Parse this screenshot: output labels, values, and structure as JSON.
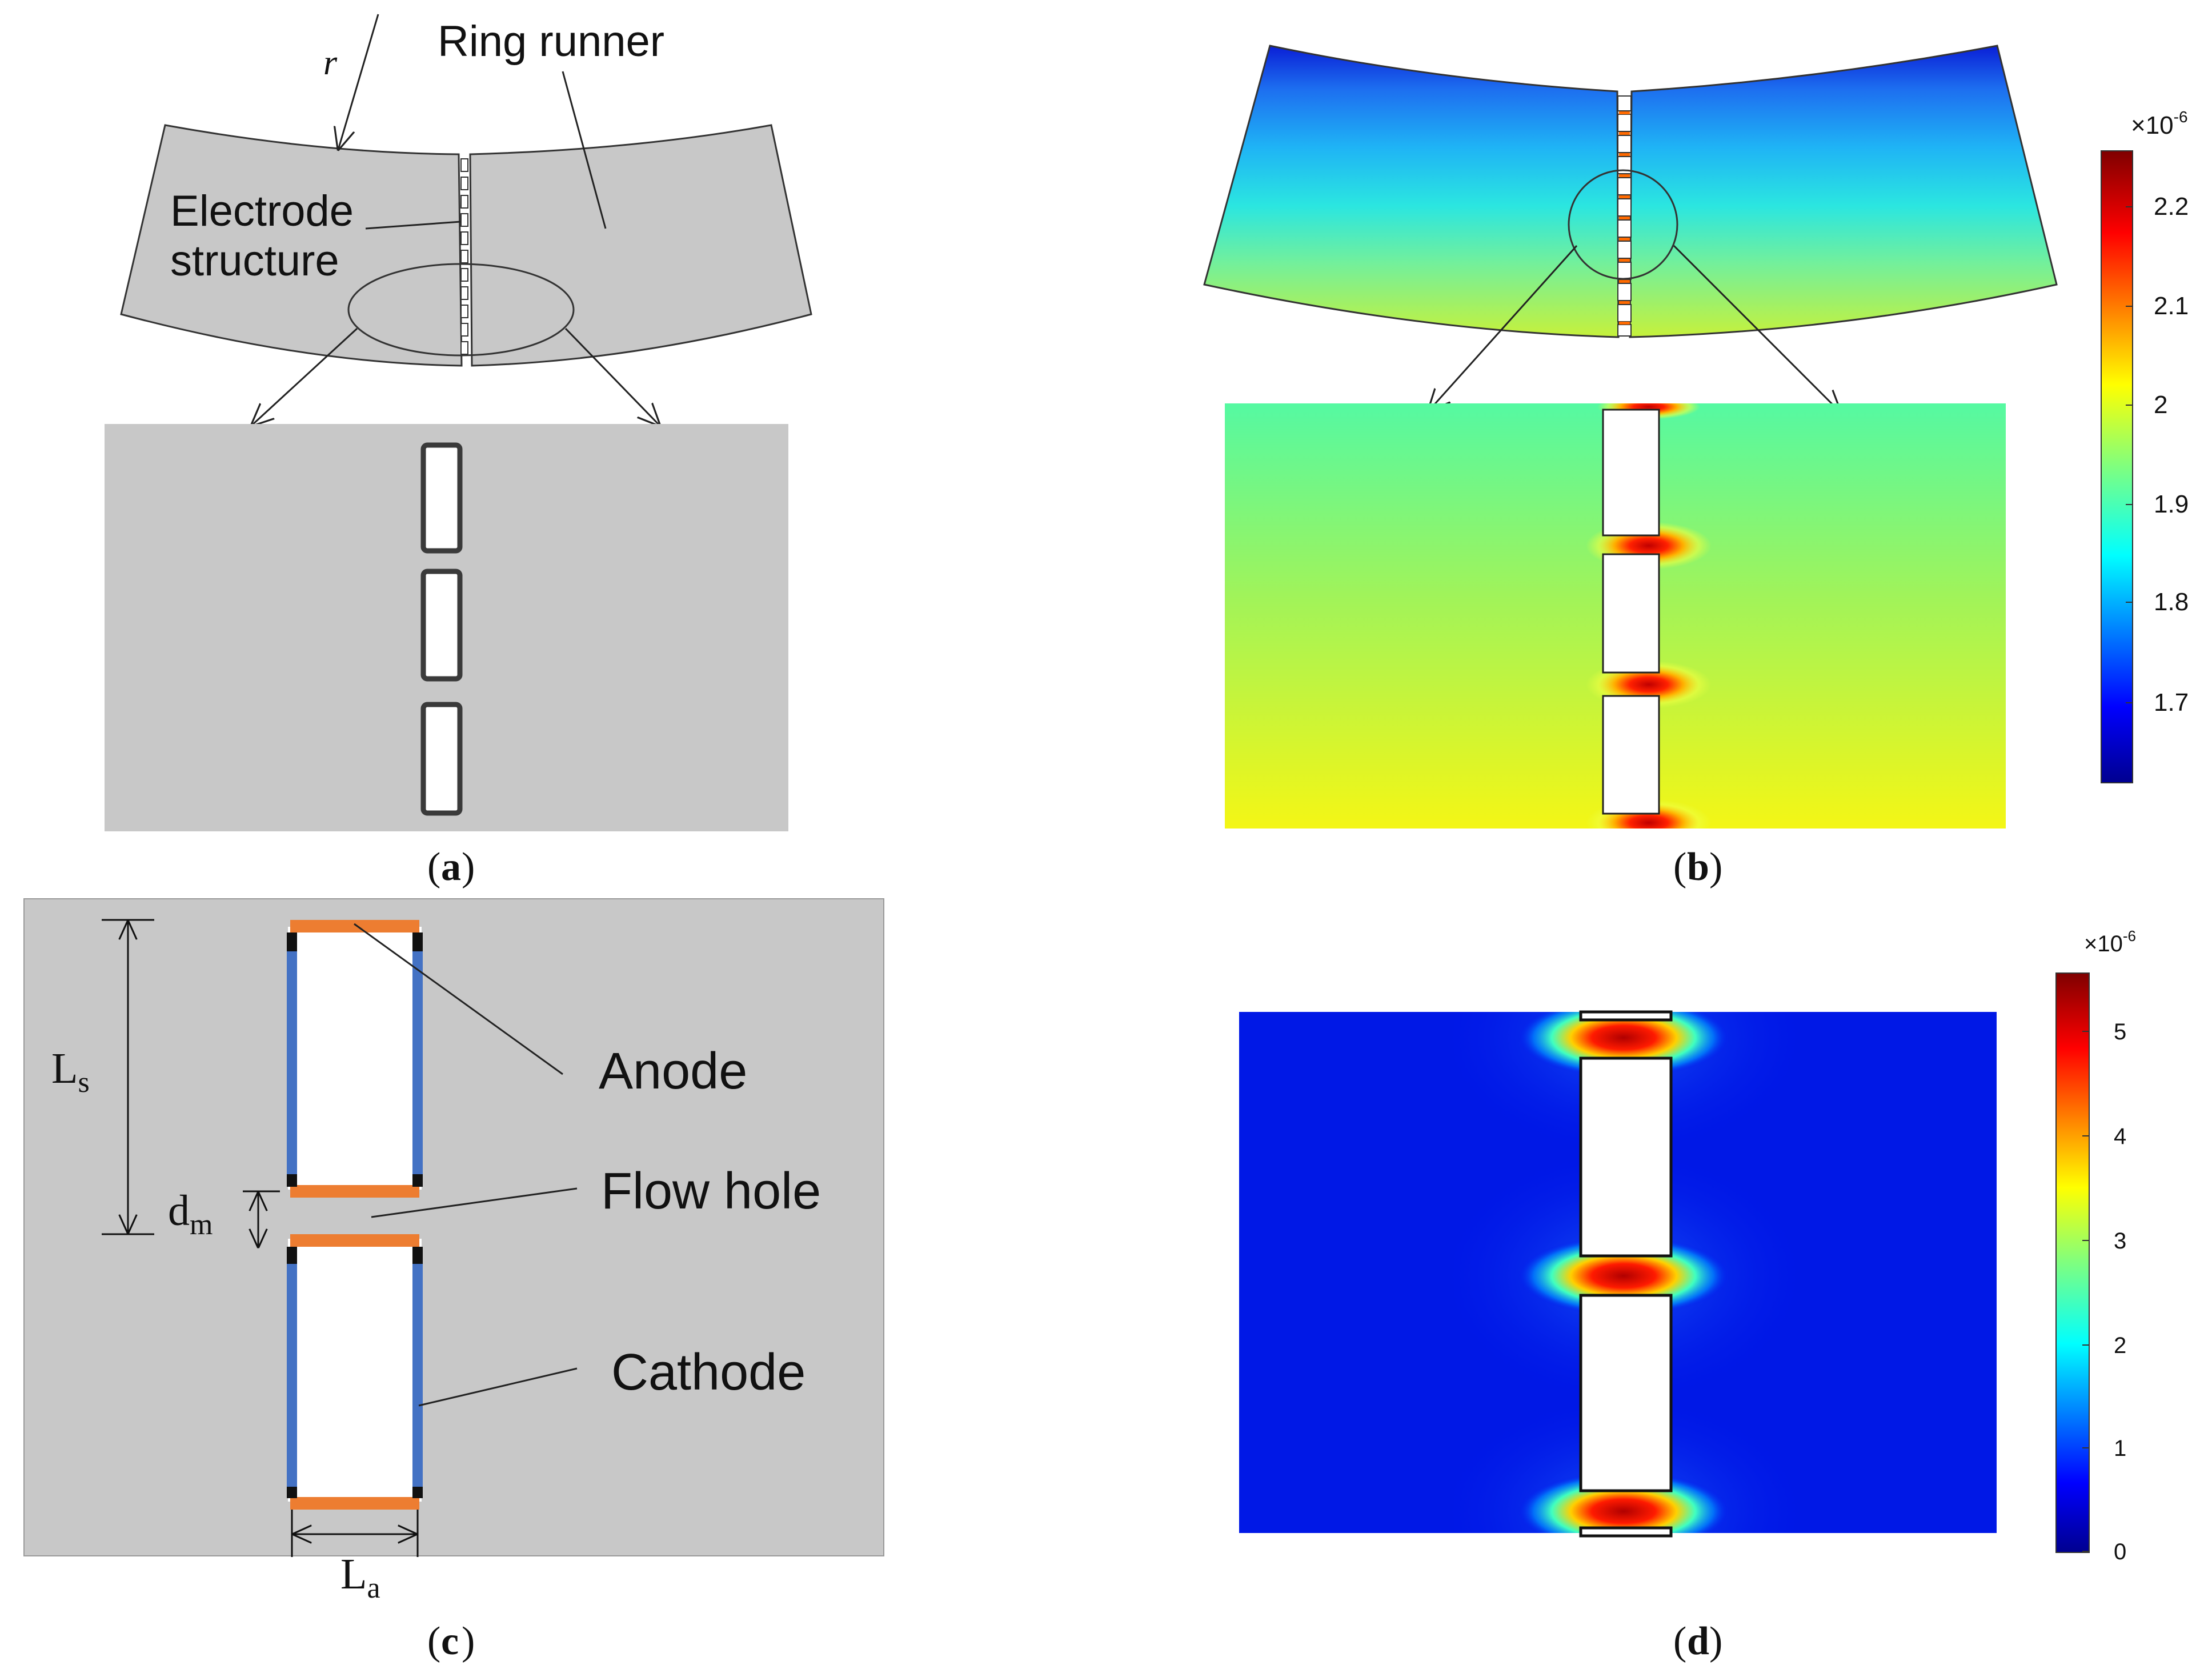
{
  "panel_a": {
    "label_open": "(",
    "label_letter": "a",
    "label_close": ")",
    "radius_symbol": "r",
    "ring_runner": "Ring runner",
    "electrode_line1": "Electrode",
    "electrode_line2": "structure"
  },
  "panel_b": {
    "label_open": "(",
    "label_letter": "b",
    "label_close": ")",
    "colorbar": {
      "multiplier": "×10",
      "exponent": "-6",
      "ticks": [
        "2.2",
        "2.1",
        "2",
        "1.9",
        "1.8",
        "1.7"
      ]
    }
  },
  "panel_c": {
    "label_open": "(",
    "label_letter": "c",
    "label_close": ")",
    "anode": "Anode",
    "flow_hole": "Flow hole",
    "cathode": "Cathode",
    "ls_main": "L",
    "ls_sub": "s",
    "dm_main": "d",
    "dm_sub": "m",
    "la_main": "L",
    "la_sub": "a"
  },
  "panel_d": {
    "label_open": "(",
    "label_letter": "d",
    "label_close": ")",
    "colorbar": {
      "multiplier": "×10",
      "exponent": "-6",
      "ticks": [
        "5",
        "4",
        "3",
        "2",
        "1",
        "0"
      ]
    }
  },
  "colors": {
    "gray_region": "#c8c8c8",
    "anode": "#ed7d31",
    "cathode": "#4472c4"
  }
}
